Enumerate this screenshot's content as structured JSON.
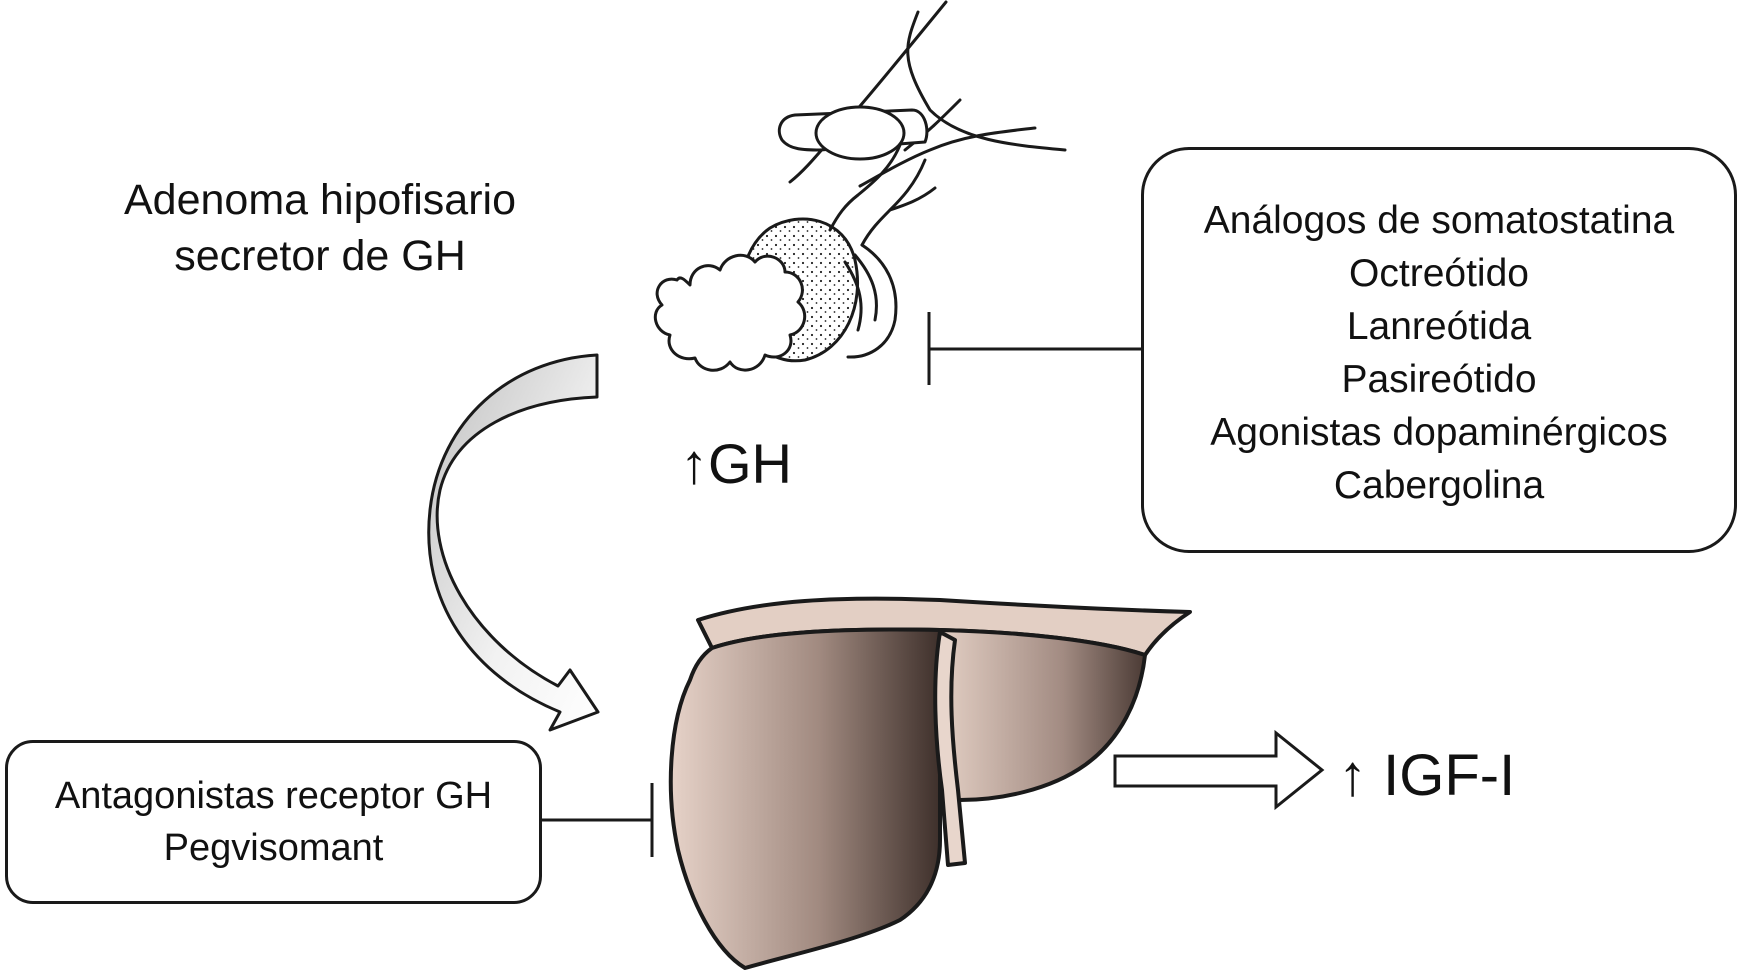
{
  "diagram": {
    "adenoma_label": [
      "Adenoma hipofisario",
      "secretor de GH"
    ],
    "gh_label": "↑GH",
    "igf_label": "↑ IGF-I",
    "somatostatin_box": [
      "Análogos de somatostatina",
      "Octreótido",
      "Lanreótida",
      "Pasireótido",
      "Agonistas dopaminérgicos",
      "Cabergolina"
    ],
    "antagonist_box": [
      "Antagonistas receptor GH",
      "Pegvisomant"
    ]
  },
  "colors": {
    "line": "#1a1a1a",
    "arrow_fill": "#d9d9d9",
    "liver_light": "#e8d5cc",
    "liver_dark": "#4a3b35",
    "liver_edge": "#d8c2b6",
    "pituitary_fill": "#ffffff"
  },
  "icons": [
    "pituitary-gland-icon",
    "liver-icon",
    "curved-arrow-icon",
    "hollow-right-arrow-icon",
    "inhibition-bar-icon"
  ]
}
